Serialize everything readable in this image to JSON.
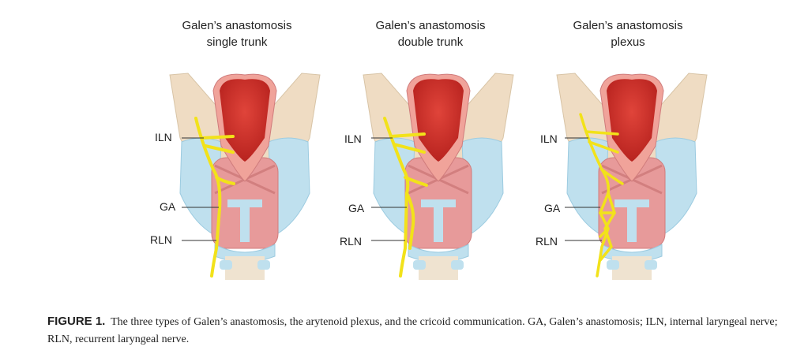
{
  "panels": [
    {
      "title_line1": "Galen’s anastomosis",
      "title_line2": "single trunk",
      "labels": {
        "iln": "ILN",
        "ga": "GA",
        "rln": "RLN"
      }
    },
    {
      "title_line1": "Galen’s anastomosis",
      "title_line2": "double trunk",
      "labels": {
        "iln": "ILN",
        "ga": "GA",
        "rln": "RLN"
      }
    },
    {
      "title_line1": "Galen’s anastomosis",
      "title_line2": "plexus",
      "labels": {
        "iln": "ILN",
        "ga": "GA",
        "rln": "RLN"
      }
    }
  ],
  "caption": {
    "label": "FIGURE 1.",
    "text": "The three types of Galen’s anastomosis, the arytenoid plexus, and the cricoid communication. GA, Galen’s anastomosis; ILN, internal laryngeal nerve; RLN, recurrent laryngeal nerve."
  },
  "colors": {
    "nerve": "#f2e21a",
    "cartilage": "#bfe0ee",
    "muscle": "#e79a9a",
    "epiglottis": "#d9362f",
    "membrane": "#efdcc3"
  }
}
